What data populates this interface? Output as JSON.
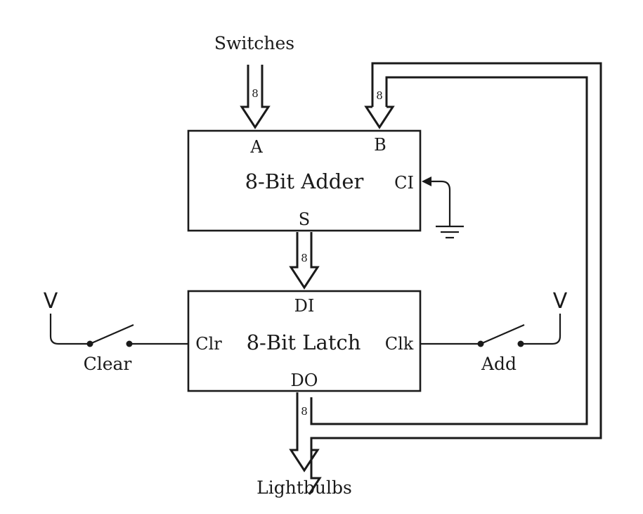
{
  "labels": {
    "switches": "Switches",
    "lightbulbs": "Lightbulbs",
    "clear": "Clear",
    "add": "Add",
    "voltage_left": "V",
    "voltage_right": "V"
  },
  "adder": {
    "title": "8-Bit Adder",
    "input_a": "A",
    "input_b": "B",
    "carry_in": "CI",
    "sum": "S"
  },
  "latch": {
    "title": "8-Bit Latch",
    "data_in": "DI",
    "data_out": "DO",
    "clear_pin": "Clr",
    "clock_pin": "Clk"
  },
  "bus_widths": {
    "switches_to_a": "8",
    "feedback_to_b": "8",
    "sum_to_di": "8",
    "do_to_lightbulbs": "8"
  }
}
